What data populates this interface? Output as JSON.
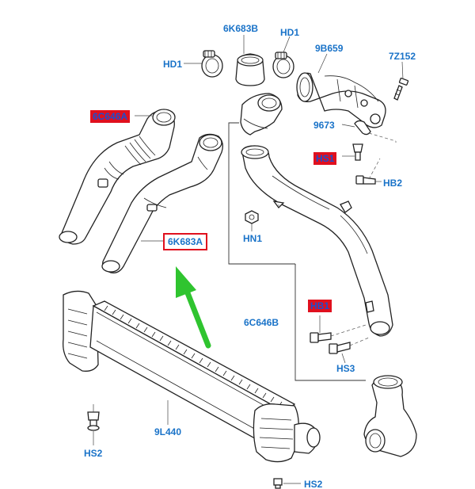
{
  "labels": {
    "6K683B": "6K683B",
    "HD1_top": "HD1",
    "HD1_left": "HD1",
    "9B659": "9B659",
    "7Z152": "7Z152",
    "6C646A": "6C646A",
    "9673": "9673",
    "HS1": "HS1",
    "HB2": "HB2",
    "HN1": "HN1",
    "6K683A": "6K683A",
    "HB1": "HB1",
    "6C646B": "6C646B",
    "HS3": "HS3",
    "9L440": "9L440",
    "HS2_left": "HS2",
    "HS2_bottom": "HS2"
  },
  "colors": {
    "label_text": "#1a73c8",
    "highlight_fill": "#e0101e",
    "arrow": "#2fc42f",
    "line": "#222222"
  }
}
